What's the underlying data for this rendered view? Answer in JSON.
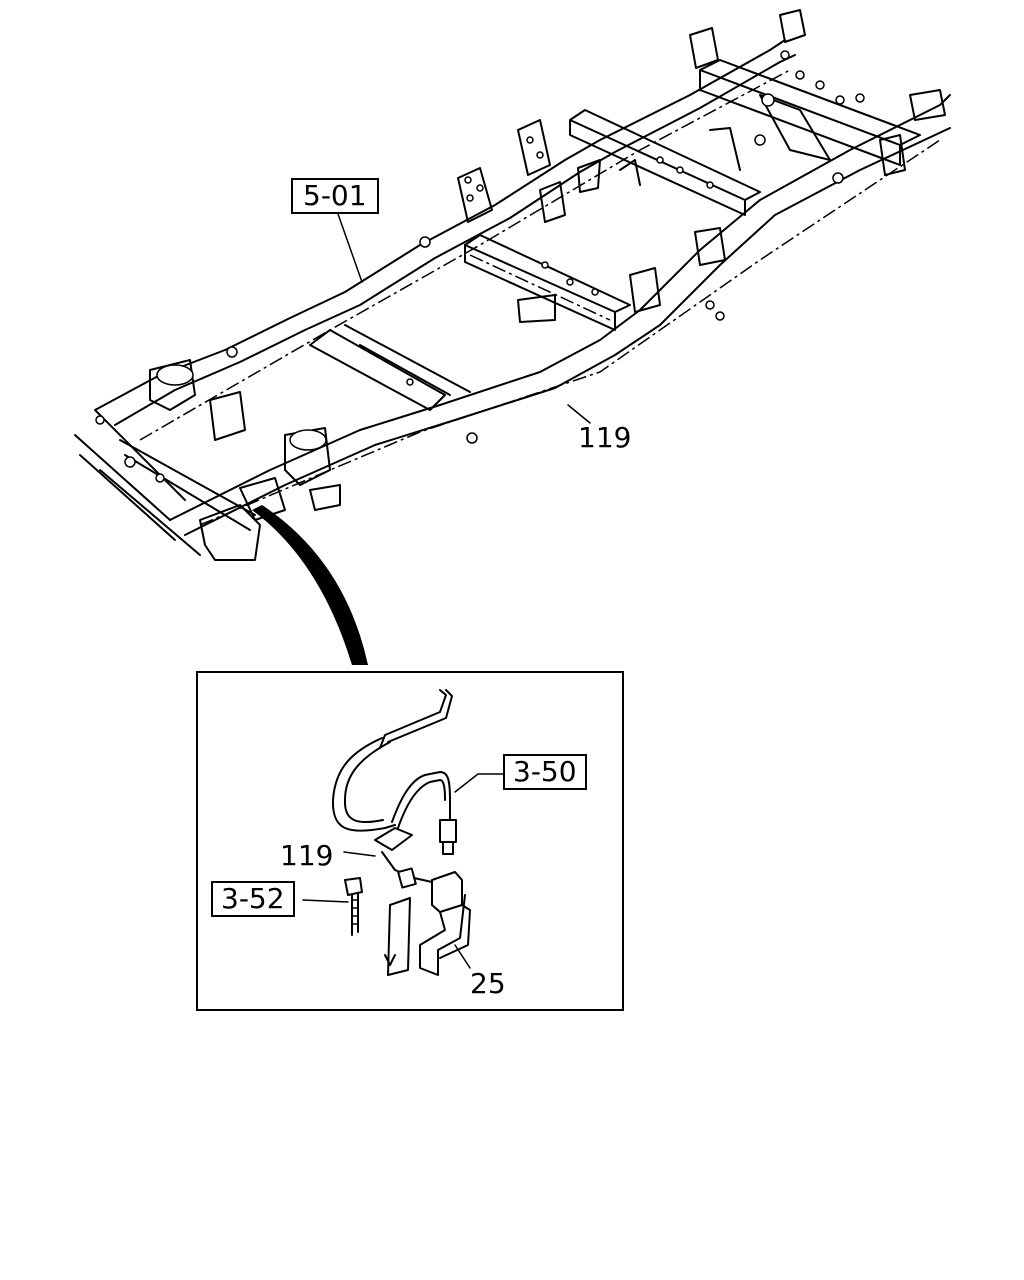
{
  "callouts": {
    "frame_ref": "5-01",
    "frame_part": "119",
    "detail_pipe_ref": "3-50",
    "detail_part_119": "119",
    "detail_bolt_ref": "3-52",
    "detail_part_25": "25"
  }
}
